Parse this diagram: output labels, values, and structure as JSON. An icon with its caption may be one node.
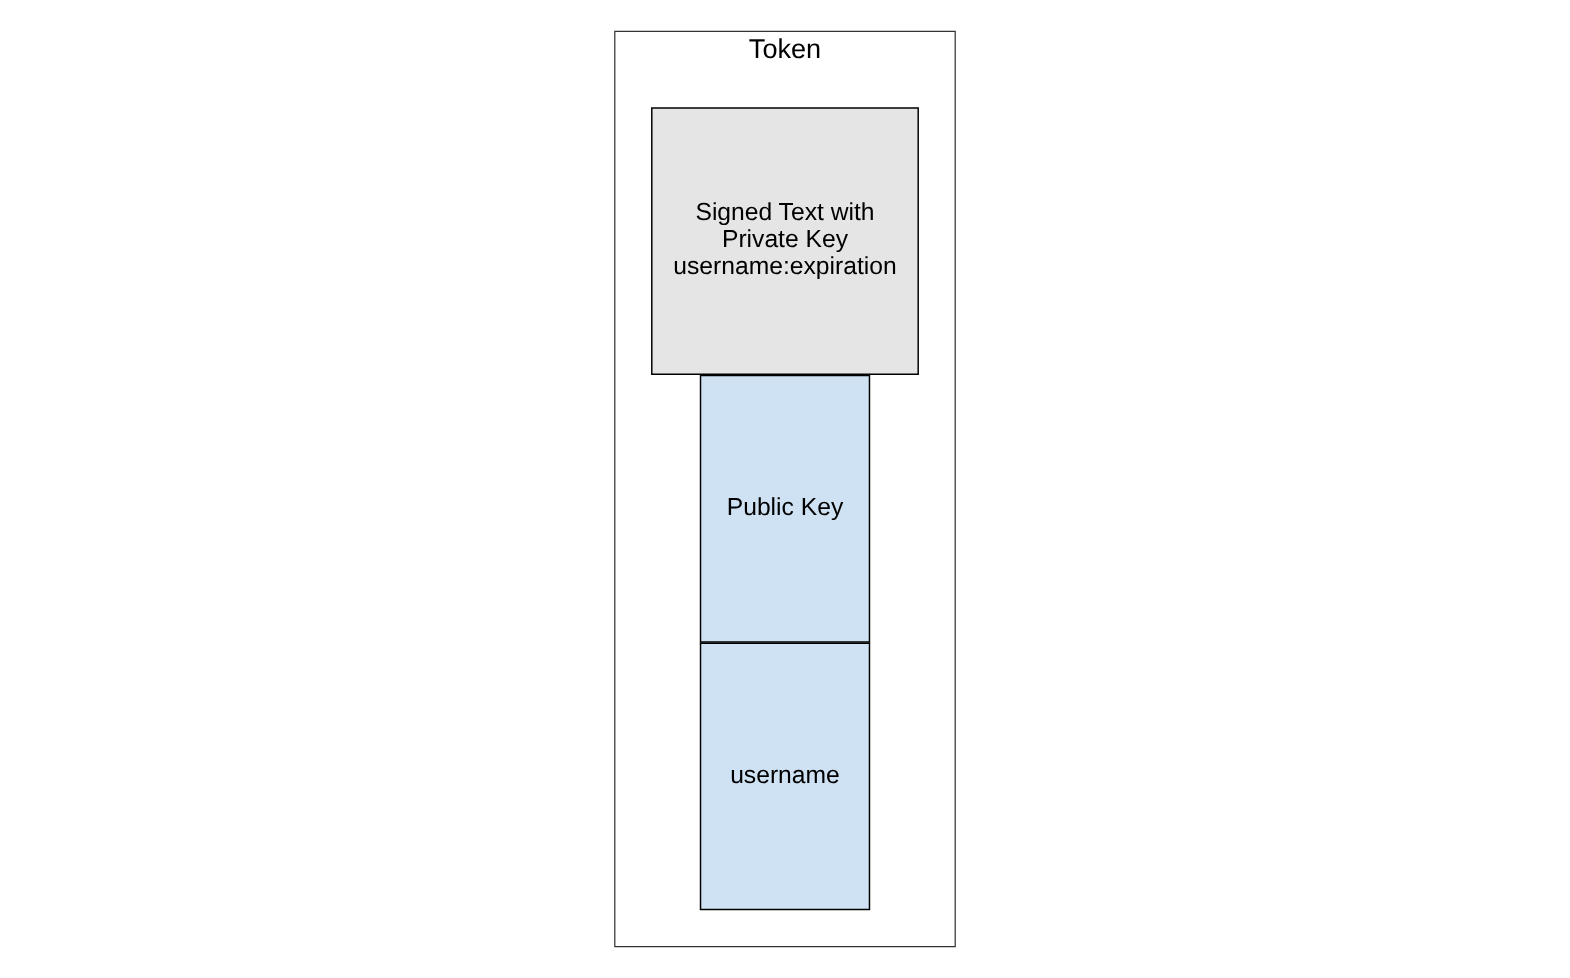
{
  "diagram": {
    "nodes": [
      {
        "text": [
          "Token"
        ]
      },
      {
        "text": [
          "username"
        ],
        "in": 0
      },
      {
        "text": [
          "Public Key"
        ],
        "in": 0
      },
      {
        "text": [
          "Signed Text with Private Key",
          "username:expiration"
        ],
        "in": 0
      }
    ],
    "edges": []
  }
}
